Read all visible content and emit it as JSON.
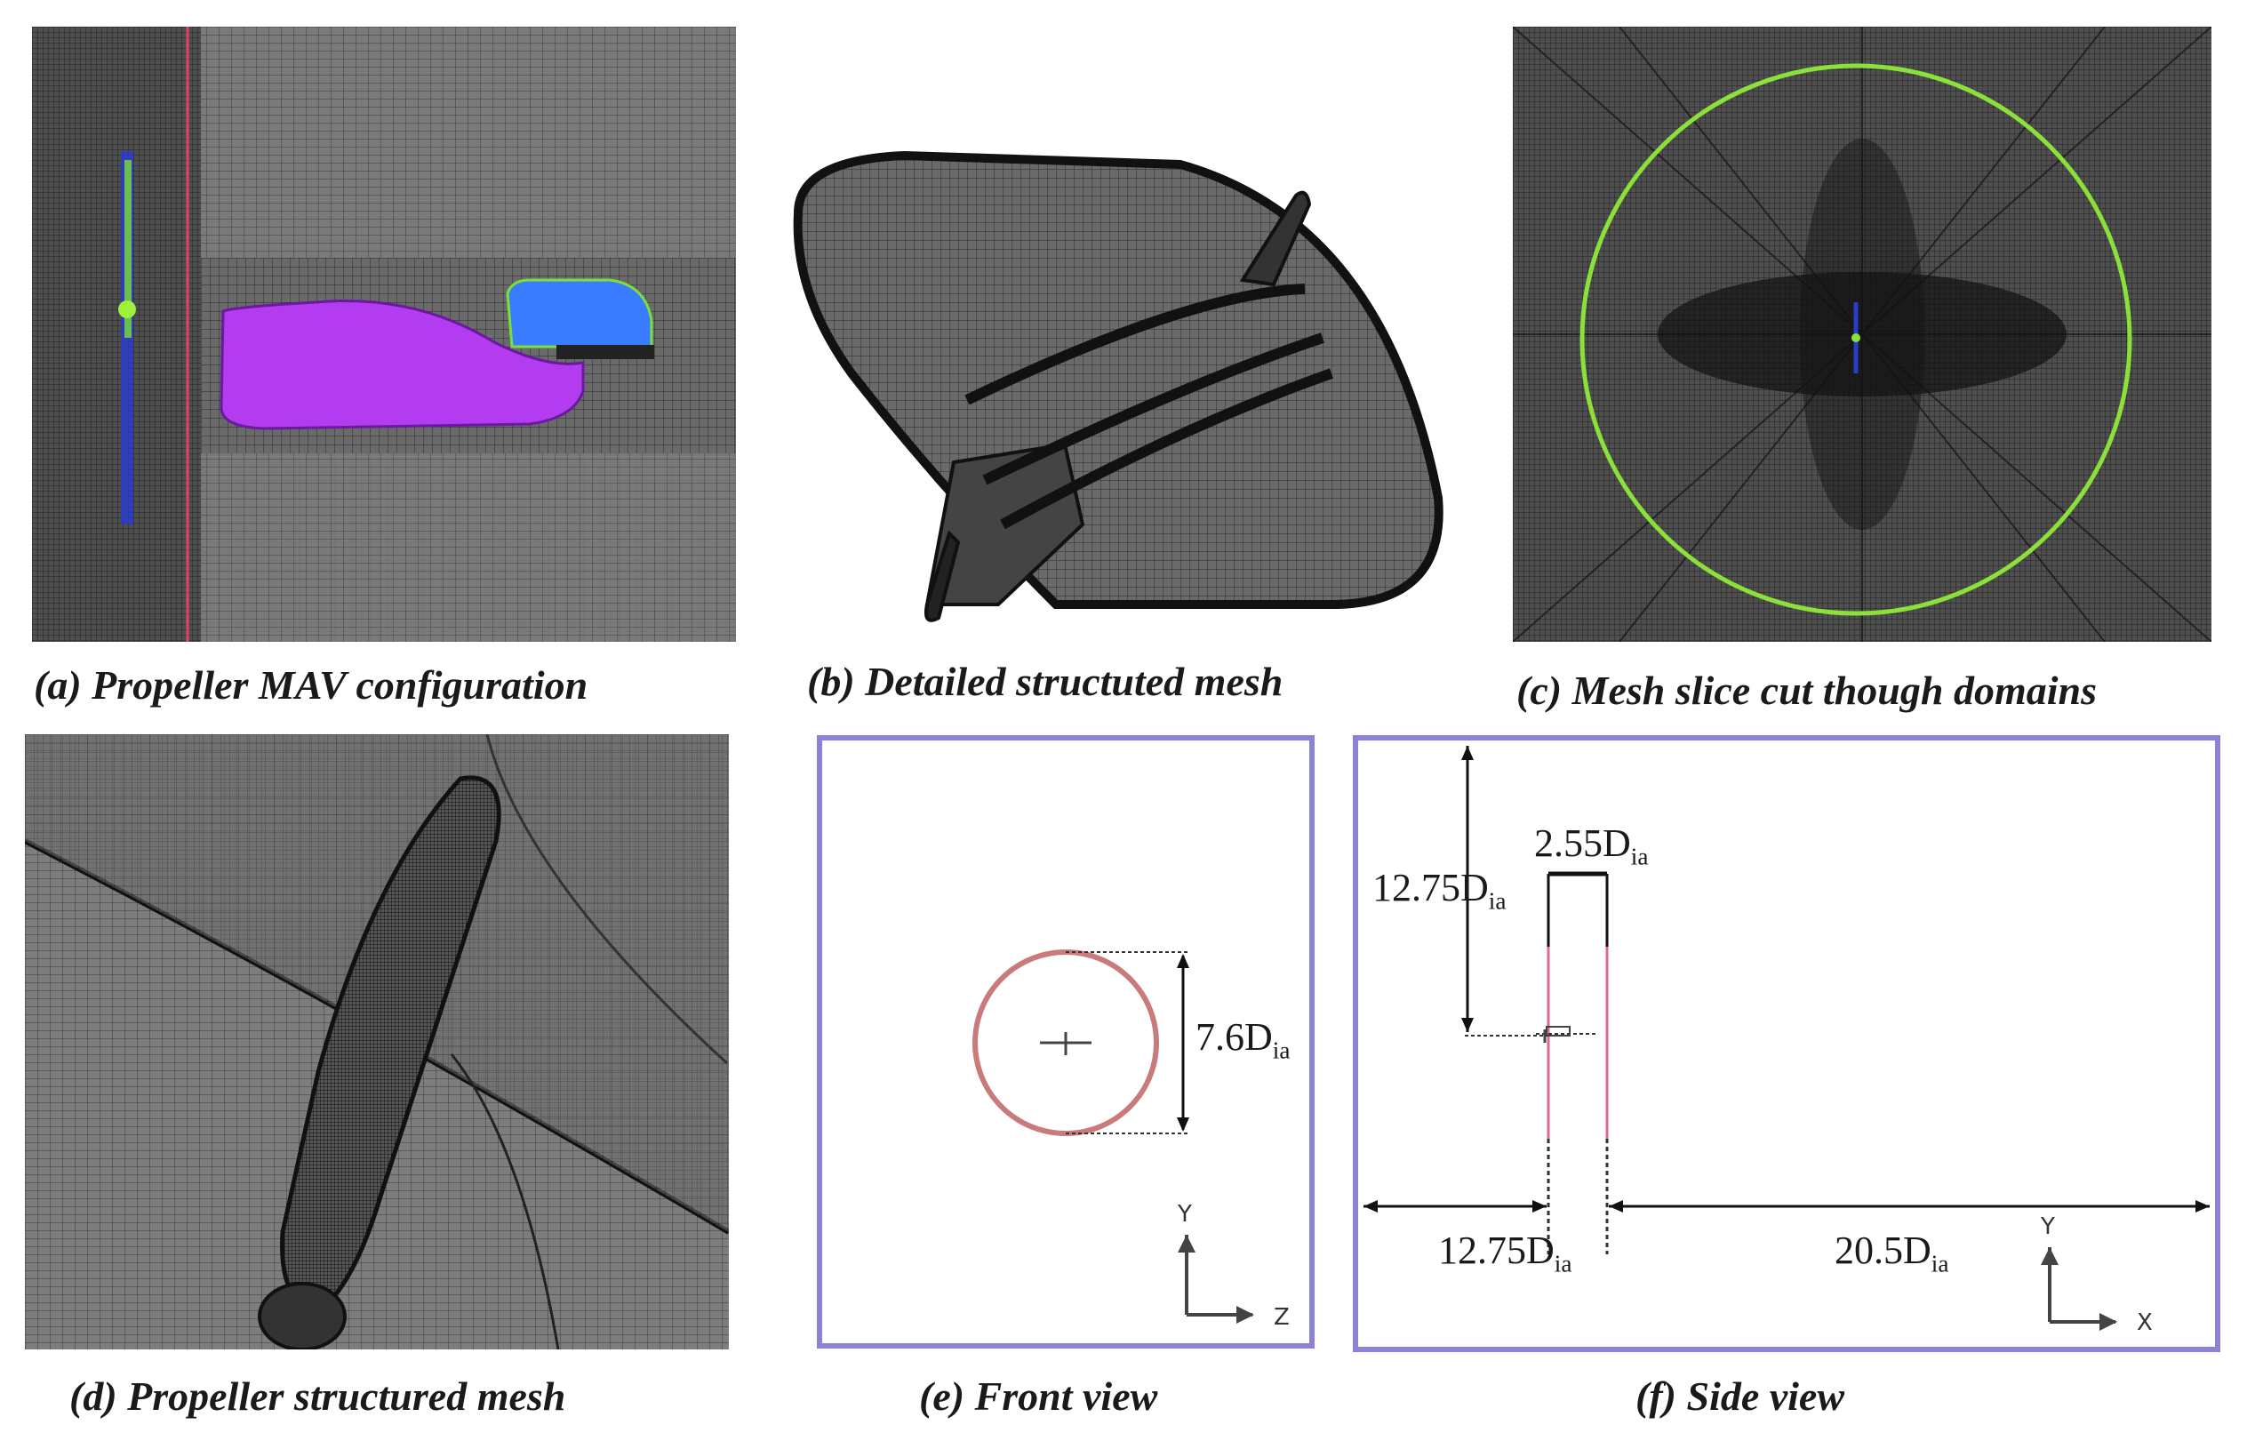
{
  "figure": {
    "captions": {
      "a": "(a) Propeller MAV configuration",
      "b": "(b) Detailed structuted mesh",
      "c": "(c) Mesh slice cut though domains",
      "d": "(d) Propeller structured mesh",
      "e": "(e) Front view",
      "f": "(f) Side view"
    },
    "front_view": {
      "dimension_main": "7.6D",
      "dimension_sub": "ia",
      "axis_y": "Y",
      "axis_z": "Z"
    },
    "side_view": {
      "dim_top_main": "12.75D",
      "dim_top_sub": "ia",
      "dim_width_main": "2.55D",
      "dim_width_sub": "ia",
      "dim_left_main": "12.75D",
      "dim_left_sub": "ia",
      "dim_right_main": "20.5D",
      "dim_right_sub": "ia",
      "axis_y": "Y",
      "axis_x": "X"
    },
    "colors": {
      "frame": "#8a82d8",
      "interface_circle": "#c97a7a",
      "interface_line": "#e06a8a",
      "mesh_bg": "#5a5a5a",
      "fuselage": "#b43cf0",
      "canopy": "#3a7cff",
      "green_ring": "#8be03a"
    }
  }
}
